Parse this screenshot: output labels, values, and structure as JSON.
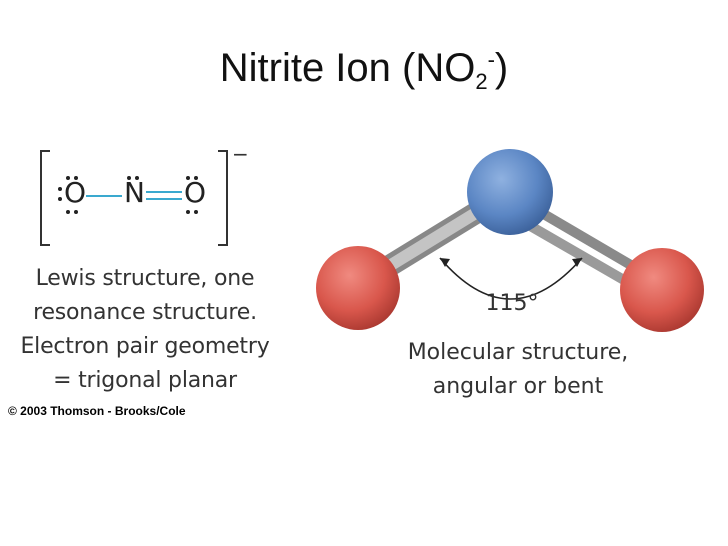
{
  "title": {
    "main": "Nitrite Ion (NO",
    "sub": "2",
    "sup": "-",
    "close": ")"
  },
  "lewis": {
    "atom_left": "O",
    "atom_center": "N",
    "atom_right": "O",
    "charge": "−"
  },
  "caption_left": {
    "line1": "Lewis structure, one",
    "line2": "resonance structure.",
    "line3": "Electron pair geometry",
    "line4": "= trigonal planar"
  },
  "caption_right": {
    "line1": "Molecular structure,",
    "line2": "angular or bent"
  },
  "angle_label": "115°",
  "copyright": "© 2003 Thomson - Brooks/Cole",
  "colors": {
    "nitrogen": "#5b86c4",
    "oxygen": "#d9574c",
    "bond": "#3aa9cf"
  }
}
